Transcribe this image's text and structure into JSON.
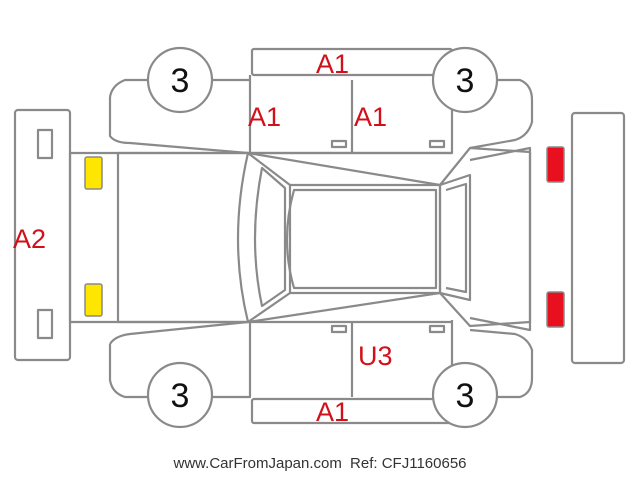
{
  "inspection_codes": {
    "roof": "A1",
    "left_front_door": "A1",
    "left_rear_door": "A1",
    "front_bumper": "A2",
    "right_rear_door": "U3",
    "bottom_rocker": "A1"
  },
  "tire_labels": {
    "front_left": "3",
    "rear_left": "3",
    "front_right": "3",
    "rear_right": "3"
  },
  "light_colors": {
    "front": "#ffe600",
    "rear": "#e8101e"
  },
  "footer": {
    "site": "www.CarFromJapan.com",
    "ref": "Ref: CFJ1160656"
  }
}
